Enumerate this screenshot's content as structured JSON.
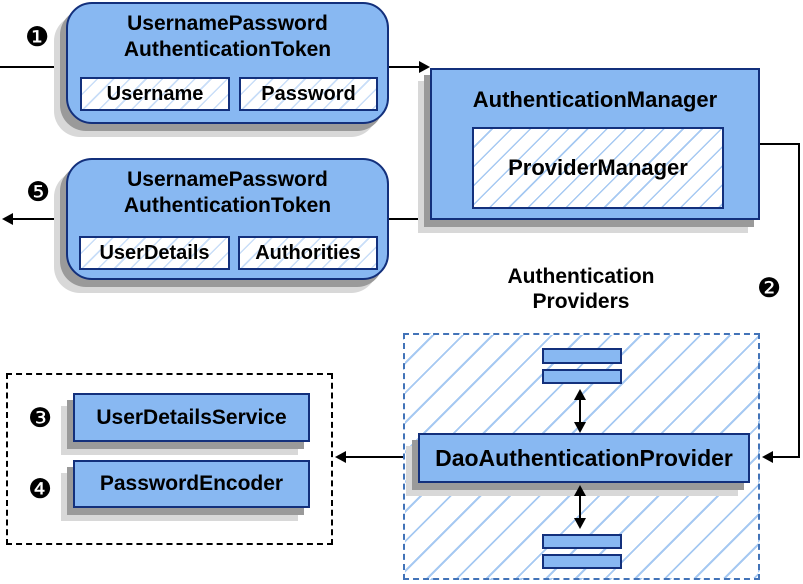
{
  "diagram": {
    "token_request": {
      "step": "❶",
      "title_line1": "UsernamePassword",
      "title_line2": "AuthenticationToken",
      "fields": [
        "Username",
        "Password"
      ]
    },
    "authentication_manager": {
      "title": "AuthenticationManager",
      "inner": "ProviderManager"
    },
    "token_response": {
      "step": "❺",
      "title_line1": "UsernamePassword",
      "title_line2": "AuthenticationToken",
      "fields": [
        "UserDetails",
        "Authorities"
      ]
    },
    "providers": {
      "step": "❷",
      "heading_line1": "Authentication",
      "heading_line2": "Providers",
      "main": "DaoAuthenticationProvider"
    },
    "services": {
      "user_details_service": {
        "step": "❸",
        "label": "UserDetailsService"
      },
      "password_encoder": {
        "step": "❹",
        "label": "PasswordEncoder"
      }
    },
    "colors": {
      "node_fill": "#88b8f2",
      "node_border": "#13307c",
      "hatch_line": "#a6c9f2",
      "dashed_border": "#4273b8",
      "shadow": "#9a9a9a",
      "line": "#000000"
    }
  }
}
